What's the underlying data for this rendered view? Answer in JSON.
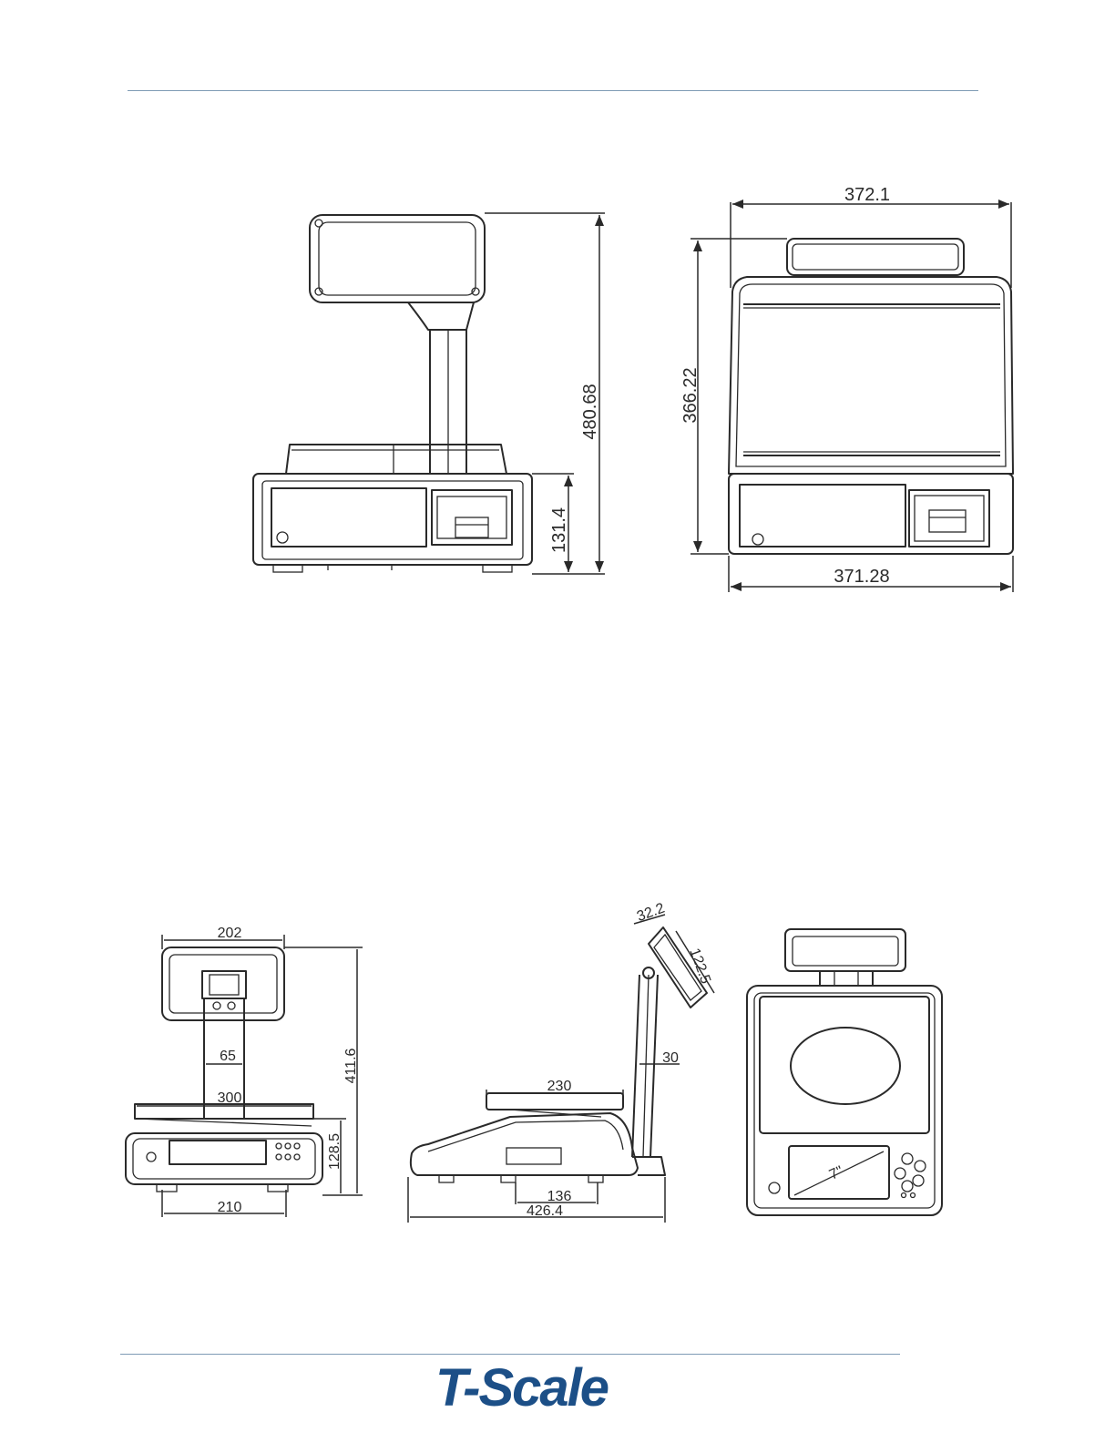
{
  "page": {
    "brand": {
      "logo_text": "T-Scale",
      "color": "#1c4f87"
    },
    "rule_color": "#7f9bb5"
  },
  "drawings": {
    "pole_side_view": {
      "dimensions": [
        "480.68",
        "131.4"
      ]
    },
    "front_view": {
      "dimensions": [
        "372.1",
        "366.22",
        "371.28"
      ]
    },
    "small_front_view": {
      "dimensions": [
        "202",
        "65",
        "300",
        "411.6",
        "128.5",
        "210"
      ]
    },
    "small_side_view": {
      "dimensions": [
        "32.2",
        "122.5",
        "30",
        "230",
        "136",
        "426.4"
      ]
    },
    "top_view": {
      "screen_label": "7\""
    }
  }
}
